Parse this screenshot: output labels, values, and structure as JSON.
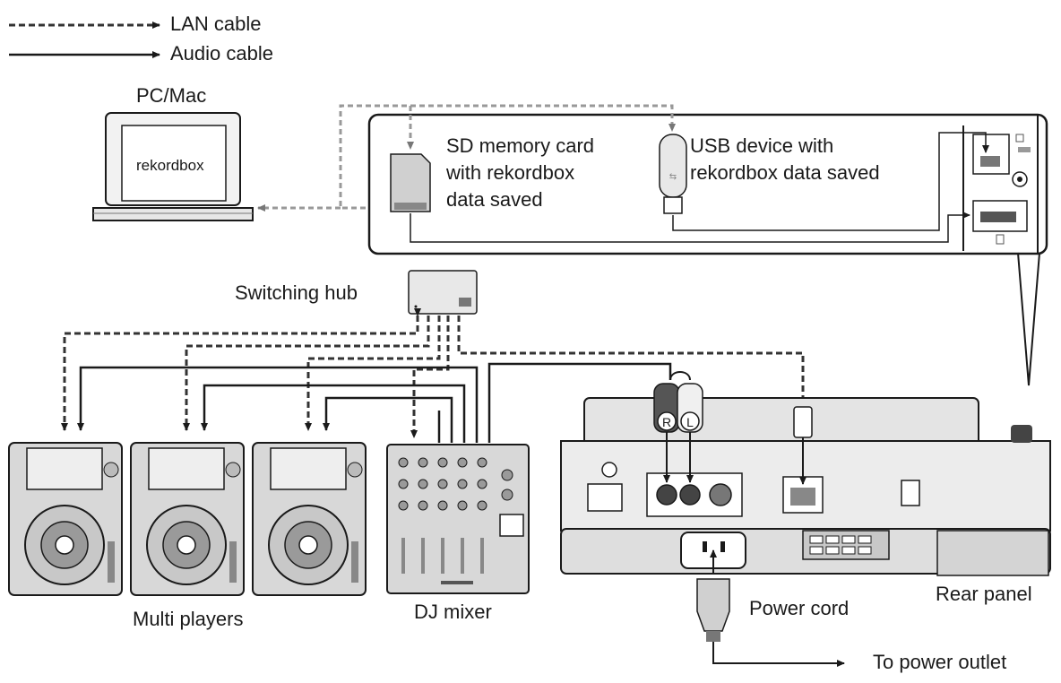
{
  "legend": {
    "lan": "LAN cable",
    "audio": "Audio cable"
  },
  "pc": {
    "title": "PC/Mac",
    "screen_text": "rekordbox"
  },
  "sd_card": {
    "label": "SD memory card\nwith rekordbox\ndata saved"
  },
  "usb_device": {
    "label": "USB device with\nrekordbox data saved"
  },
  "switching_hub": {
    "label": "Switching hub"
  },
  "multi_players": {
    "label": "Multi players"
  },
  "dj_mixer": {
    "label": "DJ mixer"
  },
  "rear_panel": {
    "label": "Rear panel",
    "audio_jacks": [
      "R",
      "L"
    ]
  },
  "power": {
    "cord_label": "Power cord",
    "outlet_label": "To power outlet"
  },
  "colors": {
    "line": "#1a1a1a",
    "lan_line": "#555555",
    "device_fill": "#e6e6e6",
    "device_dark": "#9a9a9a"
  }
}
